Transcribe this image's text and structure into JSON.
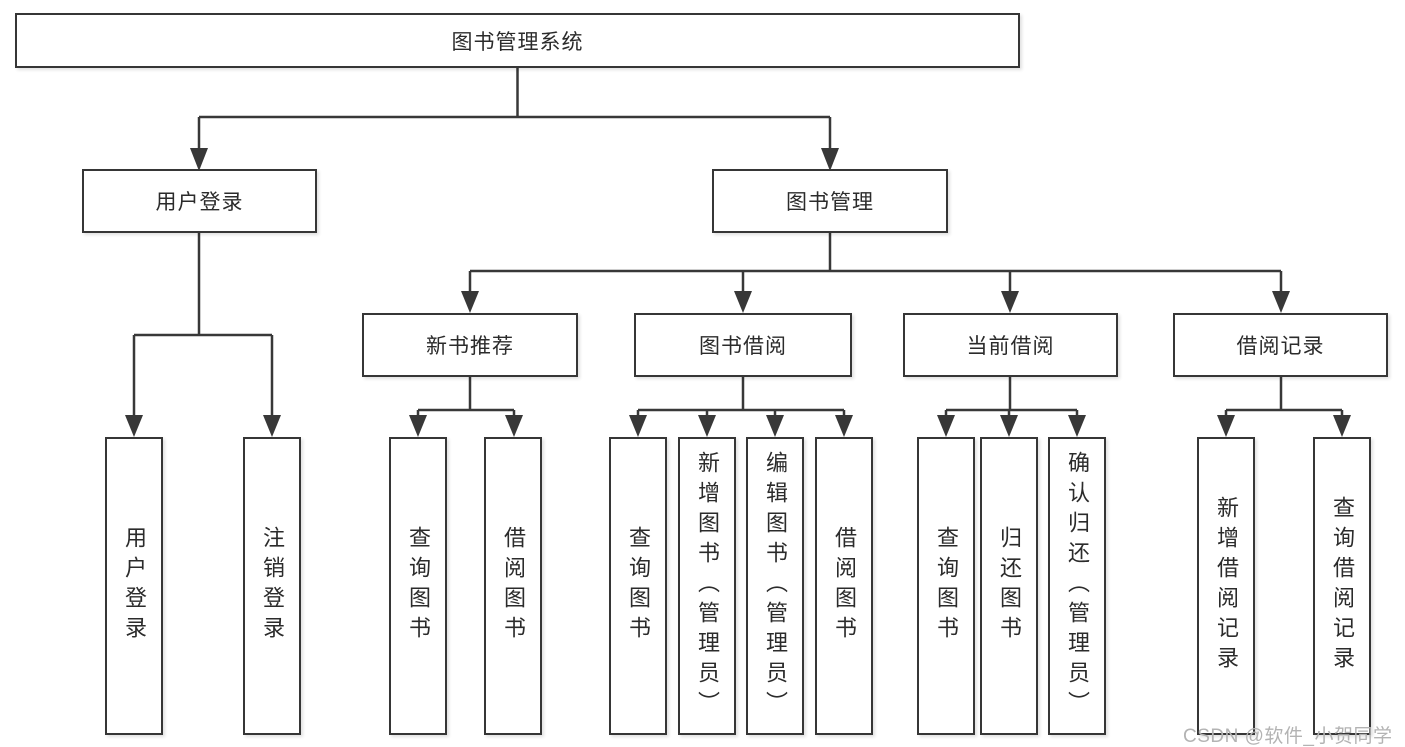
{
  "diagram_type": "hierarchy-tree",
  "colors": {
    "line": "#383838",
    "border": "#363636",
    "text": "#2b2b2b",
    "background": "#ffffff",
    "watermark": "#b3b3b3"
  },
  "tree": {
    "label": "图书管理系统",
    "children": [
      {
        "label": "用户登录",
        "children": [
          {
            "label": "用户登录"
          },
          {
            "label": "注销登录"
          }
        ]
      },
      {
        "label": "图书管理",
        "children": [
          {
            "label": "新书推荐",
            "children": [
              {
                "label": "查询图书"
              },
              {
                "label": "借阅图书"
              }
            ]
          },
          {
            "label": "图书借阅",
            "children": [
              {
                "label": "查询图书"
              },
              {
                "label": "新增图书（管理员）"
              },
              {
                "label": "编辑图书（管理员）"
              },
              {
                "label": "借阅图书"
              }
            ]
          },
          {
            "label": "当前借阅",
            "children": [
              {
                "label": "查询图书"
              },
              {
                "label": "归还图书"
              },
              {
                "label": "确认归还（管理员）"
              }
            ]
          },
          {
            "label": "借阅记录",
            "children": [
              {
                "label": "新增借阅记录"
              },
              {
                "label": "查询借阅记录"
              }
            ]
          }
        ]
      }
    ]
  },
  "watermark": {
    "text": "CSDN @软件_小贺同学"
  }
}
